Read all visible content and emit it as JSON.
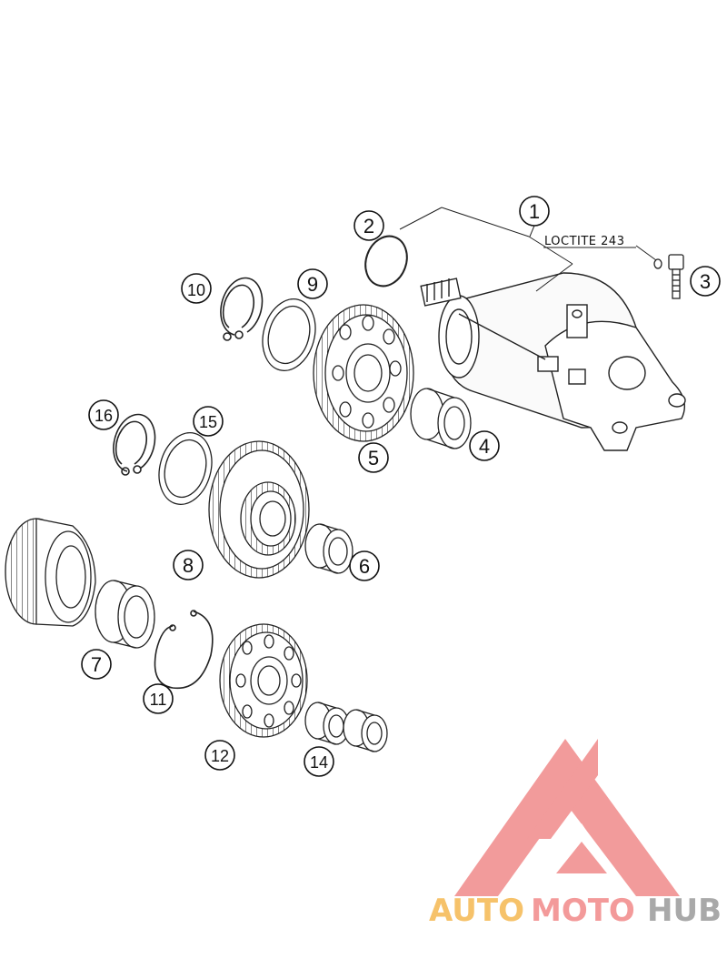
{
  "callouts": [
    {
      "label": "1"
    },
    {
      "label": "2"
    },
    {
      "label": "3"
    },
    {
      "label": "4"
    },
    {
      "label": "5"
    },
    {
      "label": "6"
    },
    {
      "label": "7"
    },
    {
      "label": "8"
    },
    {
      "label": "9"
    },
    {
      "label": "10"
    },
    {
      "label": "11"
    },
    {
      "label": "12"
    },
    {
      "label": "14"
    },
    {
      "label": "15"
    },
    {
      "label": "16"
    }
  ],
  "note": "LOCTITE 243",
  "watermark": {
    "part1": "AUTO",
    "part2": "MOTO",
    "part3": "HUB",
    "colors": {
      "auto": "#f6c26a",
      "moto": "#f39a9a",
      "hub": "#a9a9a9",
      "mark": "#f08a8a"
    }
  }
}
